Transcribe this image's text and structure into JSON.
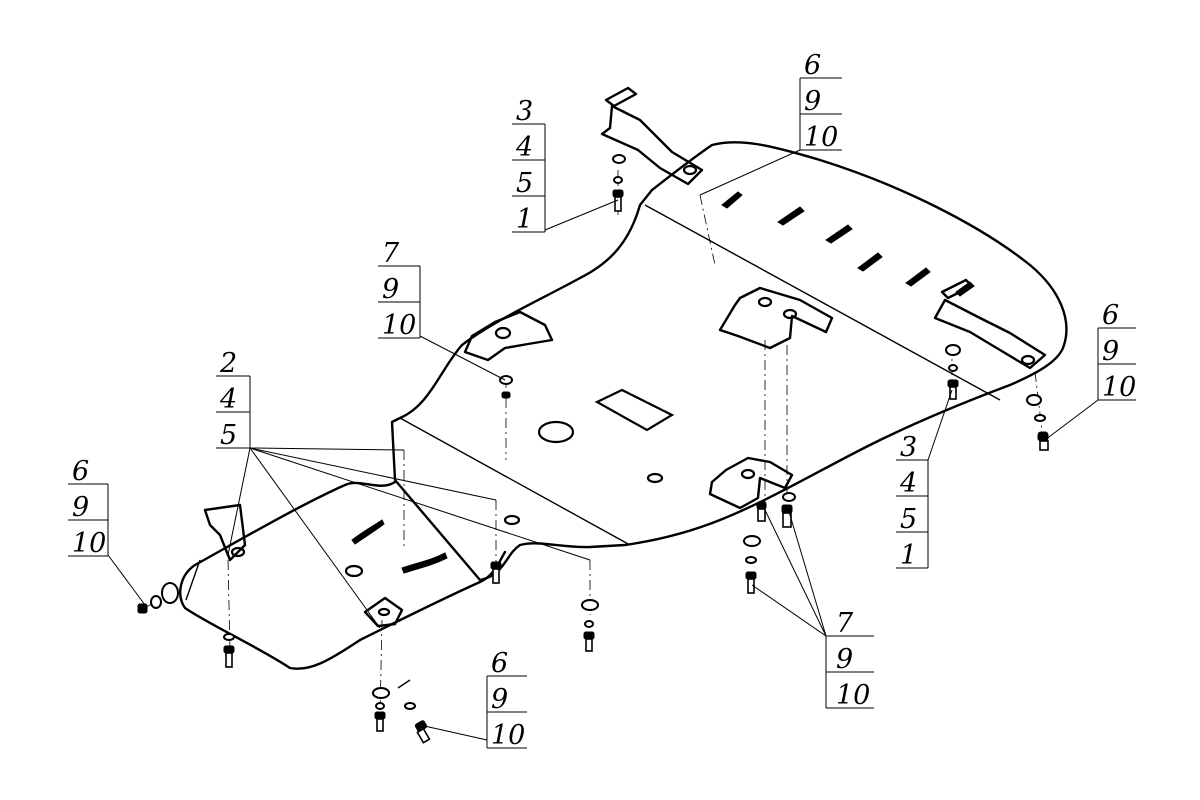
{
  "diagram": {
    "callouts": [
      {
        "id": "front-left-bolt",
        "numbers": [
          "6",
          "9",
          "10"
        ]
      },
      {
        "id": "left-step",
        "numbers": [
          "2",
          "4",
          "5"
        ]
      },
      {
        "id": "center-bolts",
        "numbers": [
          "7",
          "9",
          "10"
        ]
      },
      {
        "id": "rear-bracket",
        "numbers": [
          "3",
          "4",
          "5",
          "1"
        ]
      },
      {
        "id": "top-bolt",
        "numbers": [
          "6",
          "9",
          "10"
        ]
      },
      {
        "id": "right-bolt",
        "numbers": [
          "6",
          "9",
          "10"
        ]
      },
      {
        "id": "right-bracket",
        "numbers": [
          "3",
          "4",
          "5",
          "1"
        ]
      },
      {
        "id": "lower-center",
        "numbers": [
          "7",
          "9",
          "10"
        ]
      },
      {
        "id": "bottom-bolt",
        "numbers": [
          "6",
          "9",
          "10"
        ]
      }
    ],
    "colors": {
      "line": "#000000",
      "background": "#ffffff"
    }
  }
}
